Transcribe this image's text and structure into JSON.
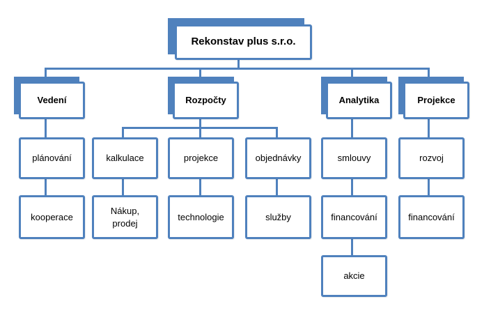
{
  "root": {
    "label": "Rekonstav plus s.r.o."
  },
  "columns": [
    {
      "label": "Vedení",
      "items": [
        "plánování",
        "kooperace"
      ]
    },
    {
      "label": "Rozpočty",
      "groups": [
        {
          "items": [
            "kalkulace",
            "Nákup,\nprodej"
          ]
        },
        {
          "items": [
            "projekce",
            "technologie"
          ]
        },
        {
          "items": [
            "objednávky",
            "služby"
          ]
        }
      ]
    },
    {
      "label": "Analytika",
      "items": [
        "smlouvy",
        "financování",
        "akcie"
      ]
    },
    {
      "label": "Projekce",
      "items": [
        "rozvoj",
        "financování"
      ]
    }
  ],
  "colors": {
    "accent": "#4f81bd",
    "box_fill": "#ffffff",
    "text": "#000000"
  }
}
